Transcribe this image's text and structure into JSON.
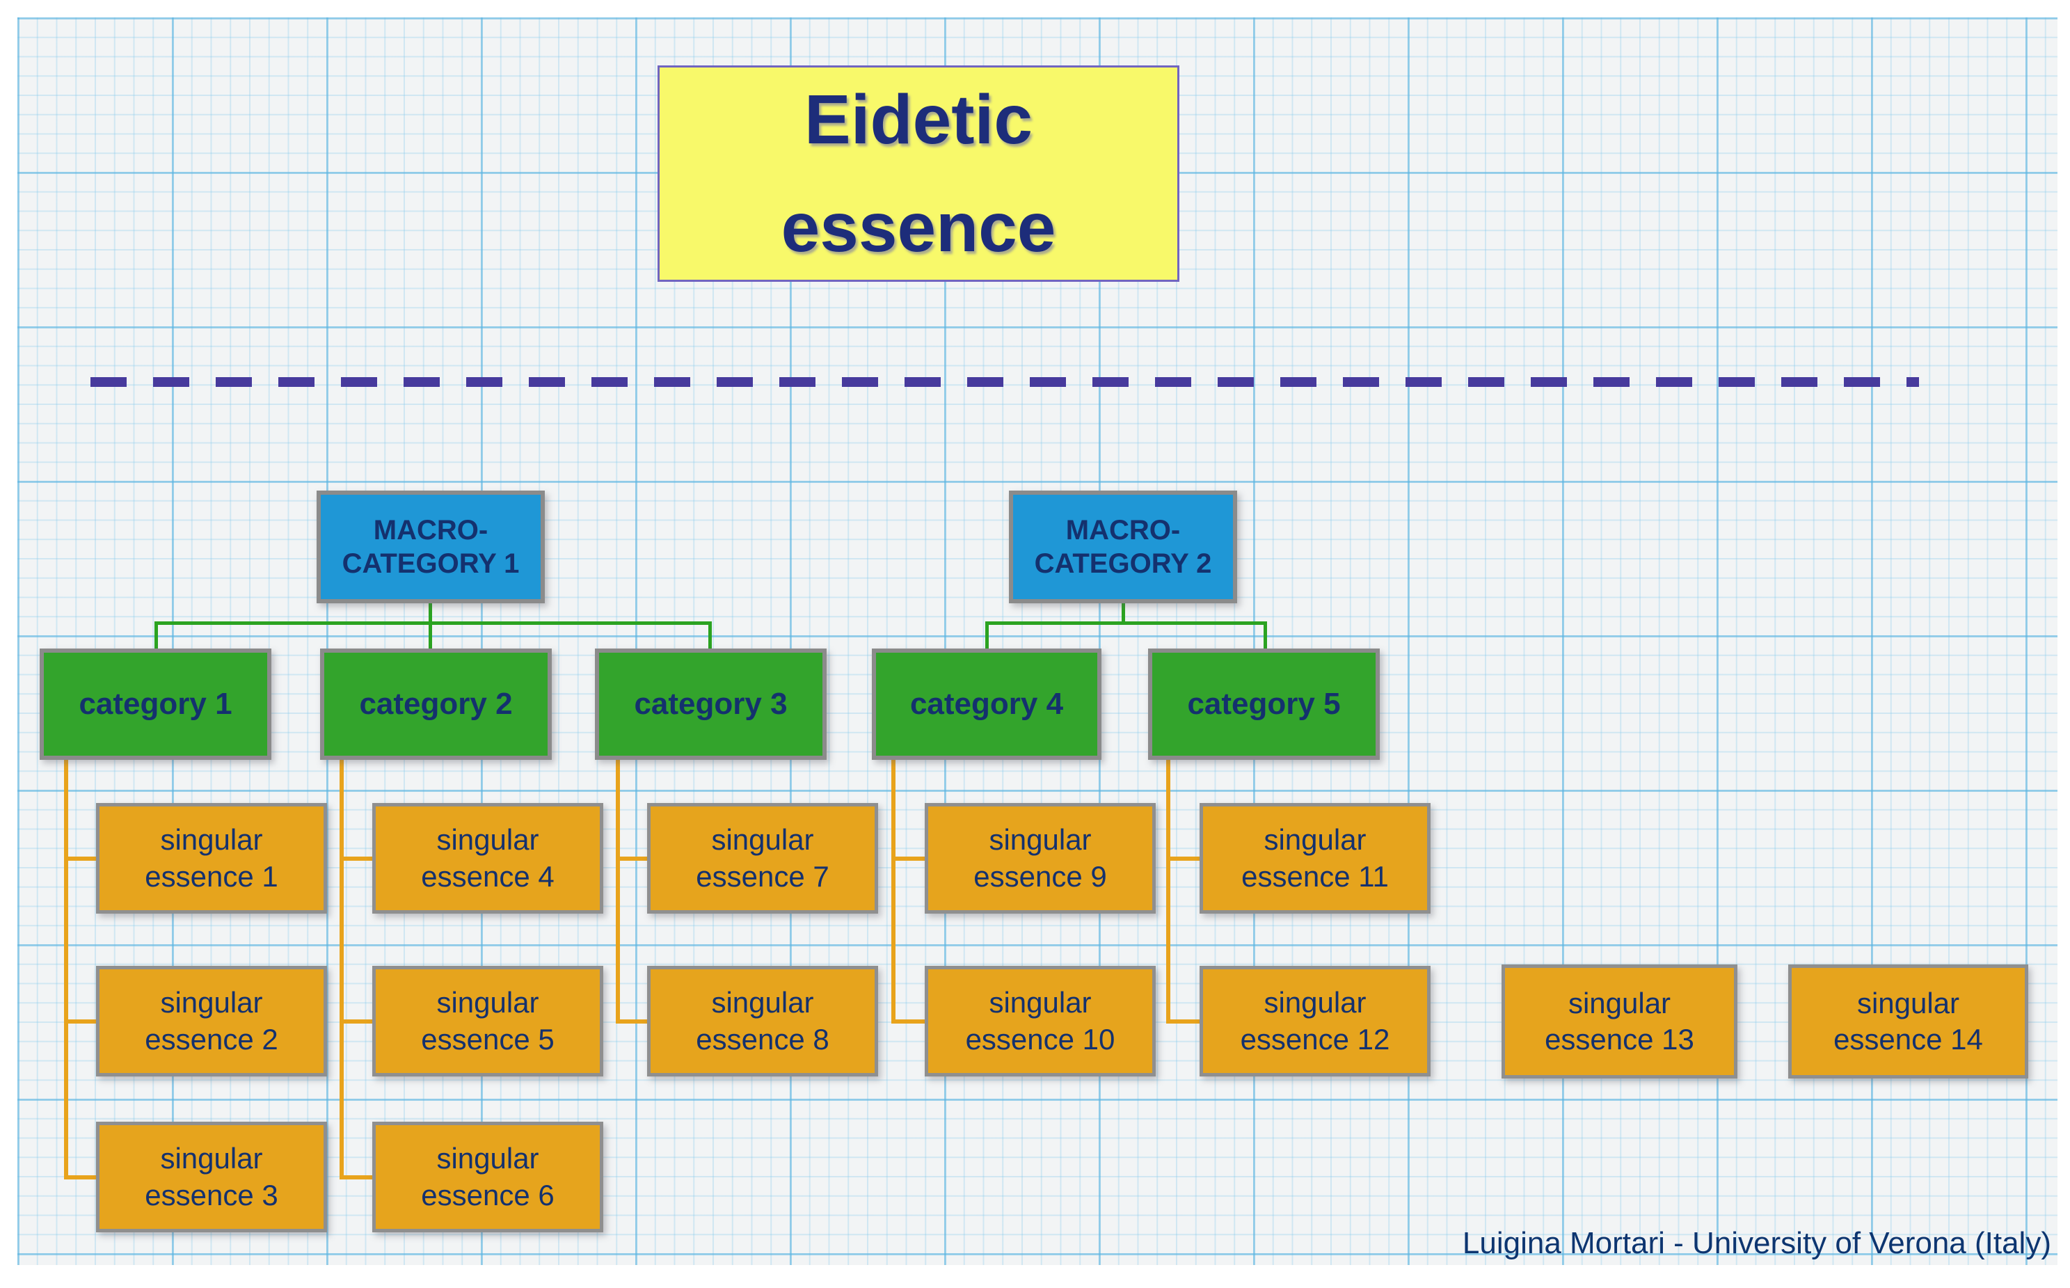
{
  "title": {
    "line1": "Eidetic",
    "line2": "essence"
  },
  "macro_categories": [
    {
      "line1": "MACRO-",
      "line2": "CATEGORY 1"
    },
    {
      "line1": "MACRO-",
      "line2": "CATEGORY 2"
    }
  ],
  "categories": [
    {
      "label": "category 1"
    },
    {
      "label": "category 2"
    },
    {
      "label": "category 3"
    },
    {
      "label": "category 4"
    },
    {
      "label": "category 5"
    }
  ],
  "essences": [
    {
      "line1": "singular",
      "line2": "essence 1"
    },
    {
      "line1": "singular",
      "line2": "essence 2"
    },
    {
      "line1": "singular",
      "line2": "essence 3"
    },
    {
      "line1": "singular",
      "line2": "essence 4"
    },
    {
      "line1": "singular",
      "line2": "essence 5"
    },
    {
      "line1": "singular",
      "line2": "essence 6"
    },
    {
      "line1": "singular",
      "line2": "essence 7"
    },
    {
      "line1": "singular",
      "line2": "essence 8"
    },
    {
      "line1": "singular",
      "line2": "essence 9"
    },
    {
      "line1": "singular",
      "line2": "essence 10"
    },
    {
      "line1": "singular",
      "line2": "essence 11"
    },
    {
      "line1": "singular",
      "line2": "essence 12"
    },
    {
      "line1": "singular",
      "line2": "essence 13"
    },
    {
      "line1": "singular",
      "line2": "essence 14"
    }
  ],
  "credit": "Luigina Mortari - University of Verona (Italy)",
  "colors": {
    "paper": "#f2f4f5",
    "grid_fine": "#cde8f5",
    "grid_major": "#9fd2ea",
    "title_fill": "#f8f96a",
    "title_border": "#7165c0",
    "macro_fill": "#1f97d6",
    "category_fill": "#33a42c",
    "essence_fill": "#e6a41d",
    "box_border": "#8b8b8b",
    "text_navy": "#14316e",
    "green_connector": "#2ba321",
    "orange_connector": "#e8a31c",
    "dashed_divider": "#473a9d"
  }
}
